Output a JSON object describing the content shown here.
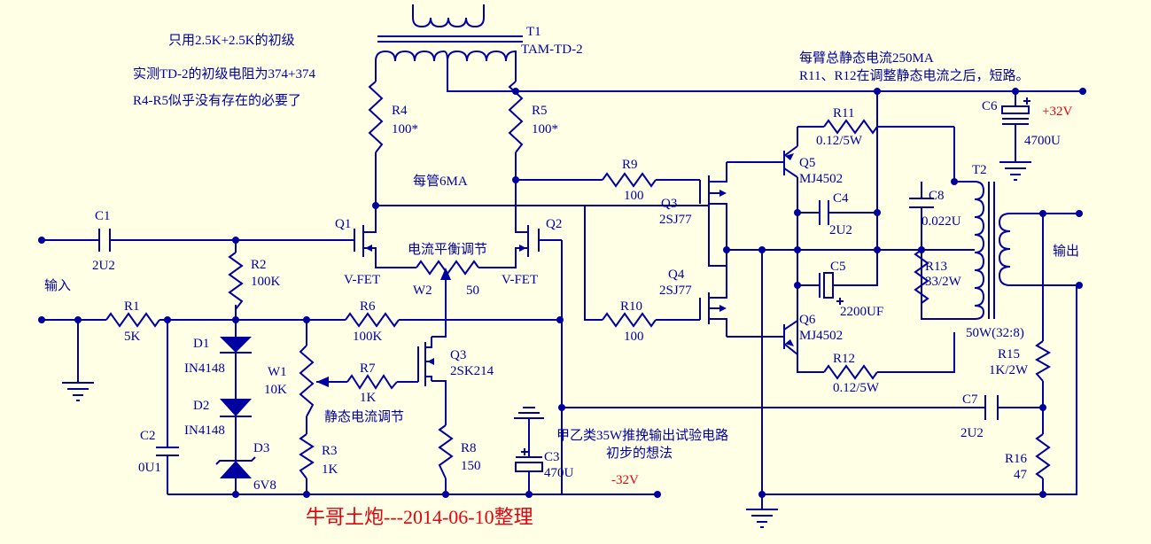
{
  "notes": {
    "primary_note": "只用2.5K+2.5K的初级",
    "measured_note": "实测TD-2的初级电阻为374+374",
    "r4r5_note": "R4-R5似乎没有存在的必要了",
    "quiescent_note": "每臂总静态电流250MA",
    "short_note": "R11、R12在调整静态电流之后，短路。",
    "per_tube_current": "每管6MA",
    "balance_adjust": "电流平衡调节",
    "quiescent_adjust": "静态电流调节",
    "title_line1": "甲乙类35W推挽输出试验电路",
    "title_line2": "初步的想法",
    "signature": "牛哥土炮---2014-06-10整理"
  },
  "labels": {
    "input": "输入",
    "output": "输出",
    "plus_supply": "+32V",
    "minus_supply": "-32V"
  },
  "components": {
    "T1": {
      "ref": "T1",
      "value": "TAM-TD-2"
    },
    "T2": {
      "ref": "T2",
      "value": "50W(32:8)"
    },
    "C1": {
      "ref": "C1",
      "value": "2U2"
    },
    "C2": {
      "ref": "C2",
      "value": "0U1"
    },
    "C3": {
      "ref": "C3",
      "value": "470U"
    },
    "C4": {
      "ref": "C4",
      "value": "2U2"
    },
    "C5": {
      "ref": "C5",
      "value": "2200UF"
    },
    "C6": {
      "ref": "C6",
      "value": "4700U"
    },
    "C7": {
      "ref": "C7",
      "value": "2U2"
    },
    "C8": {
      "ref": "C8",
      "value": "0.022U"
    },
    "R1": {
      "ref": "R1",
      "value": "5K"
    },
    "R2": {
      "ref": "R2",
      "value": "100K"
    },
    "R3": {
      "ref": "R3",
      "value": "1K"
    },
    "R4": {
      "ref": "R4",
      "value": "100*"
    },
    "R5": {
      "ref": "R5",
      "value": "100*"
    },
    "R6": {
      "ref": "R6",
      "value": "100K"
    },
    "R7": {
      "ref": "R7",
      "value": "1K"
    },
    "R8": {
      "ref": "R8",
      "value": "150"
    },
    "R9": {
      "ref": "R9",
      "value": "100"
    },
    "R10": {
      "ref": "R10",
      "value": "100"
    },
    "R11": {
      "ref": "R11",
      "value": "0.12/5W"
    },
    "R12": {
      "ref": "R12",
      "value": "0.12/5W"
    },
    "R13": {
      "ref": "R13",
      "value": "33/2W"
    },
    "R15": {
      "ref": "R15",
      "value": "1K/2W"
    },
    "R16": {
      "ref": "R16",
      "value": "47"
    },
    "W1": {
      "ref": "W1",
      "value": "10K"
    },
    "W2": {
      "ref": "W2",
      "value": "50"
    },
    "D1": {
      "ref": "D1",
      "value": "IN4148"
    },
    "D2": {
      "ref": "D2",
      "value": "IN4148"
    },
    "D3": {
      "ref": "D3",
      "value": "6V8"
    },
    "Q1": {
      "ref": "Q1",
      "value": "V-FET"
    },
    "Q2": {
      "ref": "Q2",
      "value": "V-FET"
    },
    "Q3a": {
      "ref": "Q3",
      "value": "2SK214"
    },
    "Q3b": {
      "ref": "Q3",
      "value": "2SJ77"
    },
    "Q4": {
      "ref": "Q4",
      "value": "2SJ77"
    },
    "Q5": {
      "ref": "Q5",
      "value": "MJ4502"
    },
    "Q6": {
      "ref": "Q6",
      "value": "MJ4502"
    }
  },
  "colors": {
    "background": "#FFFFE6",
    "wire": "#0000A0",
    "accent_red": "#E8000E"
  }
}
